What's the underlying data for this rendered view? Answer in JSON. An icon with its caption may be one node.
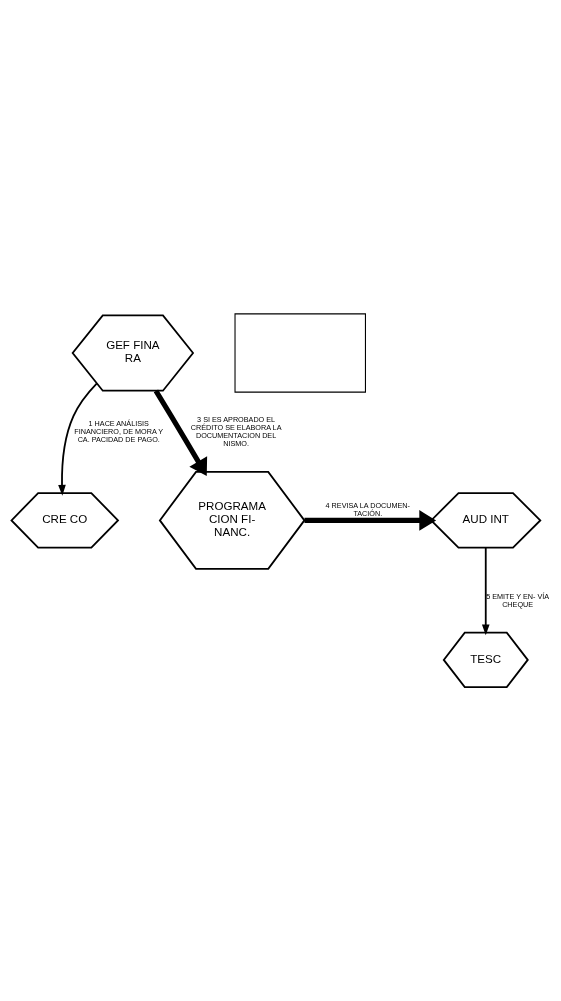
{
  "diagram": {
    "nodes": [
      {
        "text": [
          "GEF FINA RA"
        ]
      },
      {
        "text": [
          "CRE CO"
        ]
      },
      {
        "text": [
          "PROGRAMA CION FI- NANC."
        ]
      },
      {
        "text": [
          "AUD INT"
        ]
      },
      {
        "text": [
          "TESC"
        ]
      },
      {
        "text": [],
        "shape": "box"
      }
    ],
    "edges": [
      {
        "from": 0,
        "to": 1,
        "arrow": "to",
        "label": "1 HACE ANÁLISIS FINANCIERO, DE MORA Y CA. PACIDAD DE PAGO."
      },
      {
        "from": 0,
        "to": 2,
        "arrow": "to",
        "style": "thick",
        "label": "3 SI ES APROBADO EL CRÉDITO SE ELABORA LA DOCUMENTACION DEL NISMO."
      },
      {
        "from": 2,
        "to": 3,
        "arrow": "to",
        "style": "thick",
        "label": "4 REVISA LA DOCUMEN- TACIÓN."
      },
      {
        "from": 3,
        "to": 4,
        "arrow": "to",
        "label": "5 EMITE Y EN- VÍA CHEQUE"
      }
    ]
  }
}
